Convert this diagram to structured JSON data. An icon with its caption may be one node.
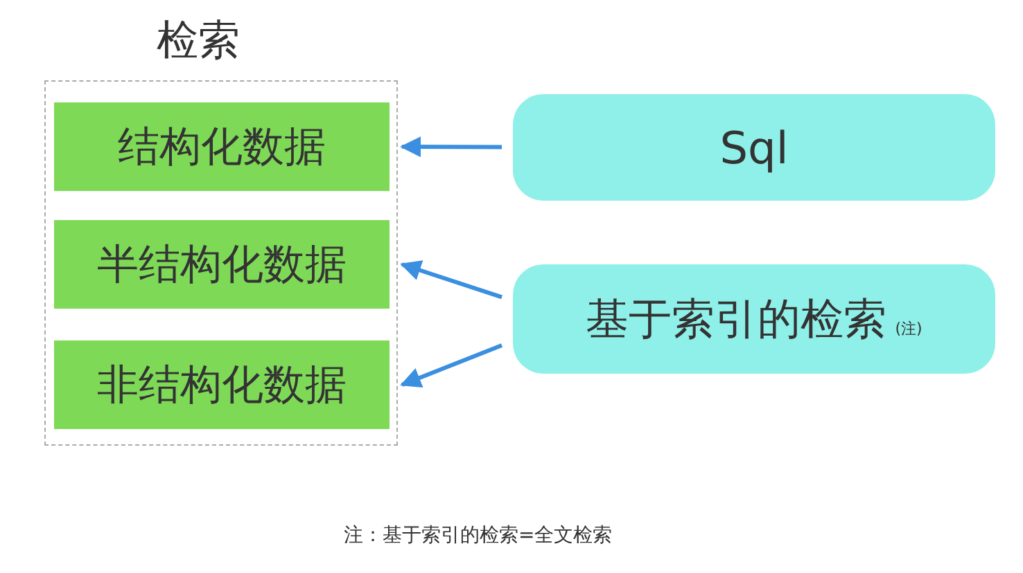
{
  "diagram": {
    "nodes": [
      {
        "text": [
          "检索"
        ]
      },
      {
        "text": [
          "结构化数据"
        ],
        "in": 0
      },
      {
        "text": [
          "半结构化数据"
        ],
        "in": 0
      },
      {
        "text": [
          "非结构化数据"
        ],
        "in": 0
      },
      {
        "text": [
          "Sql"
        ]
      },
      {
        "text": [
          "基于索引的检索",
          "(注)"
        ]
      }
    ],
    "edges": [
      {
        "from": 4,
        "to": 1,
        "arrow": "to"
      },
      {
        "from": 5,
        "to": 2,
        "arrow": "to"
      },
      {
        "from": 5,
        "to": 3,
        "arrow": "to"
      }
    ],
    "labels": [
      "注：基于索引的检索=全文检索"
    ]
  }
}
